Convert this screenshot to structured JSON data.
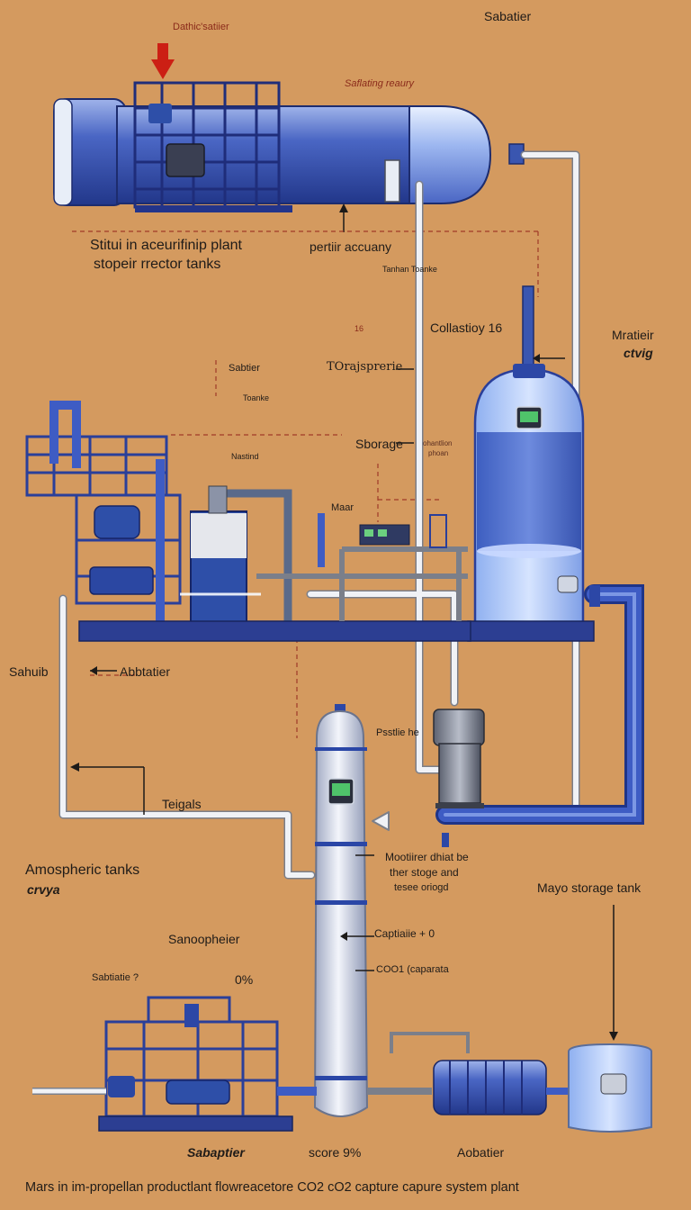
{
  "labels": {
    "top_red": "Dathic'satiier",
    "top_right": "Sabatier",
    "safating": "Saflating reaury",
    "stitui_line1": "Stitui in aceurifinip plant",
    "stitui_line2": "stopeir rrector tanks",
    "pertiir": "pertiir accuany",
    "tanks_small": "Tanhan  Toanke",
    "collastioy": "Collastioy 16",
    "num_small": "16",
    "matier_line1": "Mratieir",
    "matier_line2": "ctvig",
    "sabtier": "Sabtier",
    "toajs": "TOrajsprerie",
    "toanke": "Toanke",
    "sborage": "Sborage",
    "sborage_sub1": "ohantlion",
    "sborage_sub2": "phoan",
    "nasind": "Nastind",
    "maar": "Maar",
    "sahuib": "Sahuib",
    "abbtatier": "Abbtatier",
    "pustie": "Psstlie he",
    "teigals": "Teigals",
    "mootiirer_line1": "Mootiirer dhiat be",
    "mootiirer_line2": "ther stoge and",
    "mootiirer_line3": "tesee oriogd",
    "amospheric_line1": "Amospheric tanks",
    "amospheric_line2": "crvya",
    "mayo": "Mayo storage tank",
    "sanoopheier": "Sanoopheier",
    "captiaiie": "Captiaiie + 0",
    "cool": "COO1 (caparata",
    "sabtiatie": "Sabtiatie ?",
    "zero_pct": "0%",
    "sabaptier": "Sabaptier",
    "score": "score 9%",
    "aobatier": "Aobatier",
    "footer": "Mars in im-propellan productlant flowreacetore CO2  cO2 capture capure system plant"
  },
  "colors": {
    "background": "#d49a5f",
    "tank_blue": "#3f5cb8",
    "pipe_white": "#eef0f4",
    "frame_blue": "#2a3f9a",
    "accent_red": "#cc1f14"
  }
}
